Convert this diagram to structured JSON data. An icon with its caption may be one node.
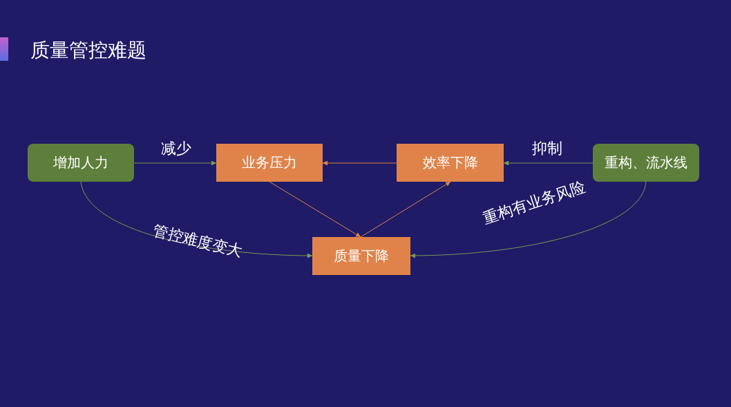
{
  "diagram": {
    "title": "质量管控难题",
    "nodes": [
      {
        "text": [
          "增加人力"
        ]
      },
      {
        "text": [
          "业务压力"
        ]
      },
      {
        "text": [
          "效率下降"
        ]
      },
      {
        "text": [
          "重构、流水线"
        ]
      },
      {
        "text": [
          "质量下降"
        ]
      }
    ],
    "edges": [
      {
        "from": 0,
        "to": 1,
        "arrow": "to",
        "label": "减少"
      },
      {
        "from": 2,
        "to": 1,
        "arrow": "to",
        "color": "#e0834a"
      },
      {
        "from": 3,
        "to": 2,
        "arrow": "to",
        "label": "抑制"
      },
      {
        "from": 1,
        "to": 4,
        "arrow": "to",
        "color": "#e0834a"
      },
      {
        "from": 4,
        "to": 2,
        "arrow": "to",
        "color": "#e0834a"
      },
      {
        "from": 0,
        "to": 4,
        "arrow": "to",
        "label": "管控难度变大"
      },
      {
        "from": 3,
        "to": 4,
        "arrow": "to",
        "label": "重构有业务风险"
      }
    ]
  }
}
